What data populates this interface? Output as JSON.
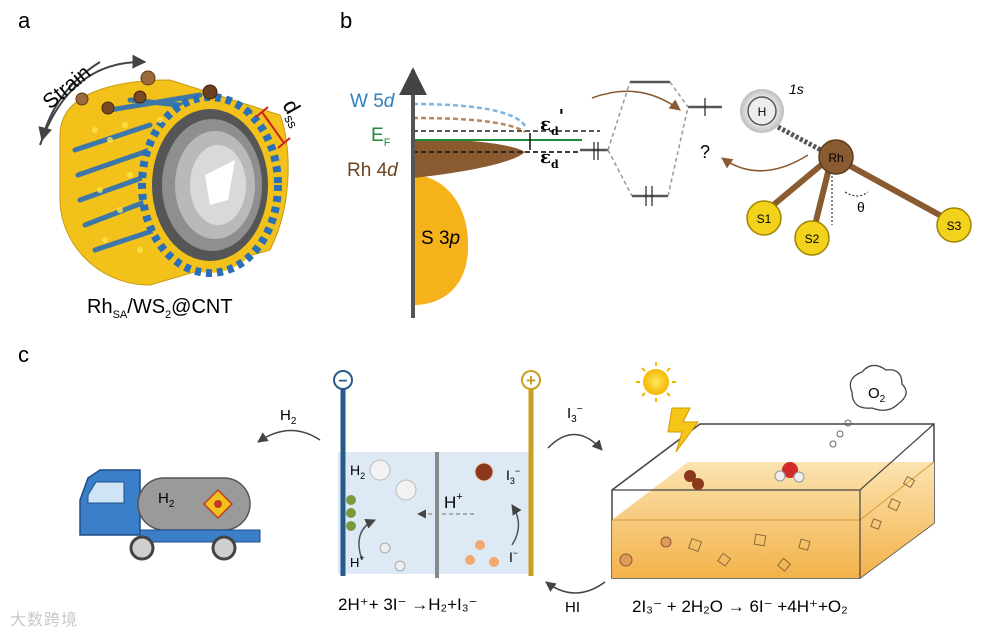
{
  "panel_labels": {
    "a": "a",
    "b": "b",
    "c": "c"
  },
  "panel_a": {
    "strain_label": "Strain",
    "dss_main": "d",
    "dss_sub": "ss",
    "caption_main": "Rh",
    "caption_sub_sa": "SA",
    "caption_mid": "/WS",
    "caption_sub_2": "2",
    "caption_tail": "@CNT"
  },
  "panel_b": {
    "w5d_main": "W 5",
    "w5d_d": "d",
    "ef_main": "E",
    "ef_sub": "F",
    "rh4d_main": "Rh 4",
    "rh4d_d": "d",
    "s3p_main": "S 3",
    "s3p_p": "p",
    "eps_d_prime": "ε",
    "eps_d_prime_sub": "d",
    "eps_d_prime_mark": "'",
    "eps_d": "ε",
    "eps_d_sub": "d",
    "question": "?",
    "h_label": "H",
    "orbital_1s": "1s",
    "rh_label": "Rh",
    "s1": "S1",
    "s2": "S2",
    "s3": "S3",
    "theta": "θ"
  },
  "panel_c": {
    "h2_arrow_main": "H",
    "h2_arrow_sub": "2",
    "truck_h2_main": "H",
    "truck_h2_sub": "2",
    "cell_h2_main": "H",
    "cell_h2_sub": "2",
    "membrane_h_main": "H",
    "membrane_h_sup": "+",
    "cathode_h_main": "H",
    "cathode_h_sup": "+",
    "anode_i3_main": "I",
    "anode_i3_sub": "3",
    "anode_i3_sup": "−",
    "anode_i_main": "I",
    "anode_i_sup": "−",
    "i3_arrow_main": "I",
    "i3_arrow_sub": "3",
    "i3_arrow_sup": "−",
    "hi_label": "HI",
    "o2_main": "O",
    "o2_sub": "2",
    "cell_equation": "2H⁺+ 3I⁻ →H₂+I₃⁻",
    "tank_equation": "2I₃⁻ + 2H₂O → 6I⁻ +4H⁺+O₂",
    "minus_sign": "−",
    "plus_sign": "+"
  },
  "watermark": "大数跨境",
  "colors": {
    "gold": "#f2c21a",
    "rh_brown": "#8a5a30",
    "w_blue": "#2a7fc0",
    "ef_green": "#1e8c3a",
    "s3p_yellow": "#f5b21a",
    "truck_blue": "#3a7fc8",
    "electrolyte_blue": "#d9e8f5"
  }
}
